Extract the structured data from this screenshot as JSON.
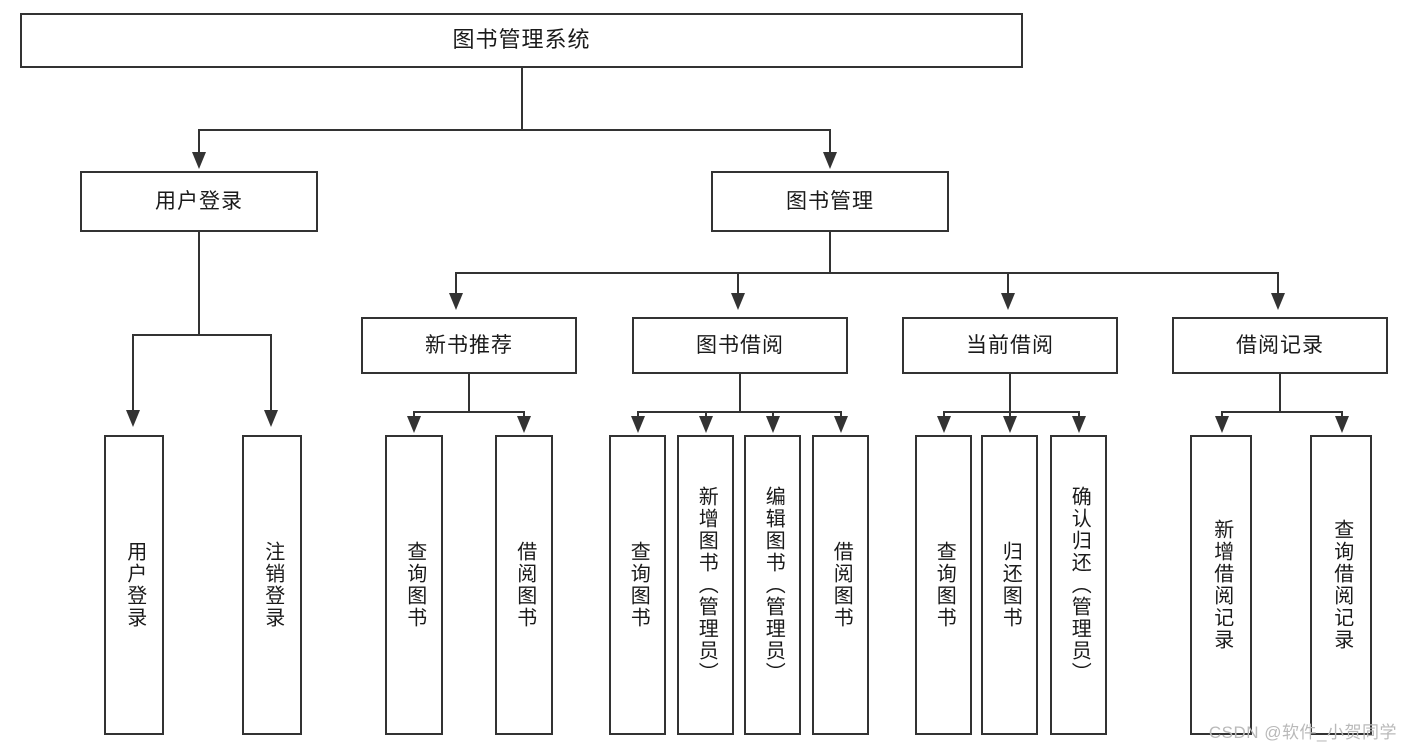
{
  "diagram": {
    "title_node": {
      "label": "图书管理系统"
    },
    "level2": [
      {
        "label": "用户登录"
      },
      {
        "label": "图书管理"
      }
    ],
    "level3": [
      {
        "label": "新书推荐"
      },
      {
        "label": "图书借阅"
      },
      {
        "label": "当前借阅"
      },
      {
        "label": "借阅记录"
      }
    ],
    "leaves": {
      "user_login": [
        {
          "label": "用户登录"
        },
        {
          "label": "注销登录"
        }
      ],
      "new_book_recommend": [
        {
          "label": "查询图书"
        },
        {
          "label": "借阅图书"
        }
      ],
      "book_borrow": [
        {
          "label": "查询图书"
        },
        {
          "label": "新增图书（管理员）"
        },
        {
          "label": "编辑图书（管理员）"
        },
        {
          "label": "借阅图书"
        }
      ],
      "current_borrow": [
        {
          "label": "查询图书"
        },
        {
          "label": "归还图书"
        },
        {
          "label": "确认归还（管理员）"
        }
      ],
      "borrow_record": [
        {
          "label": "新增借阅记录"
        },
        {
          "label": "查询借阅记录"
        }
      ]
    }
  },
  "watermark": {
    "text": "CSDN @软件_小贺同学"
  },
  "colors": {
    "stroke": "#333333",
    "background": "#ffffff",
    "text": "#1a1a1a",
    "watermark": "#b9b9b9"
  }
}
